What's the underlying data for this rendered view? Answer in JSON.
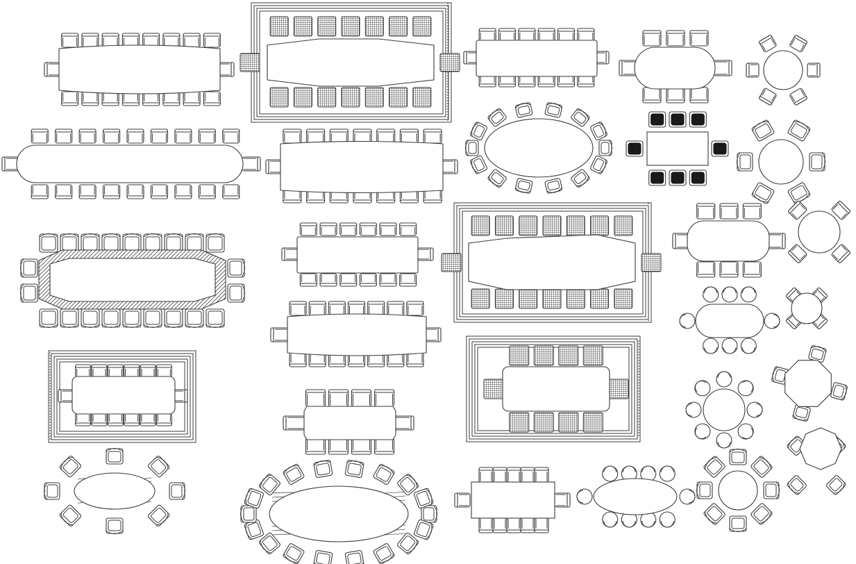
{
  "drawing": {
    "colors": {
      "line": "#3a3a3a",
      "background": "#ffffff",
      "solid_seat": "#1b1b1b"
    },
    "tables": [
      {
        "id": "t01",
        "shape": "rectangle",
        "seats": 18
      },
      {
        "id": "t02",
        "shape": "octagonal-rug",
        "seats": 14
      },
      {
        "id": "t03",
        "shape": "rectangle",
        "seats": 14
      },
      {
        "id": "t04",
        "shape": "rounded-rectangle",
        "seats": 8
      },
      {
        "id": "t05",
        "shape": "round",
        "seats": 6
      },
      {
        "id": "t06",
        "shape": "racetrack",
        "seats": 22
      },
      {
        "id": "t07",
        "shape": "rectangle",
        "seats": 16
      },
      {
        "id": "t08",
        "shape": "ellipse",
        "seats": 14
      },
      {
        "id": "t09",
        "shape": "rectangle",
        "seats": 8
      },
      {
        "id": "t10",
        "shape": "round",
        "seats": 6
      },
      {
        "id": "t11",
        "shape": "hatched-octagon",
        "seats": 22
      },
      {
        "id": "t12",
        "shape": "rectangle",
        "seats": 12
      },
      {
        "id": "t13",
        "shape": "octagonal-rug",
        "seats": 14
      },
      {
        "id": "t14",
        "shape": "rounded-rectangle",
        "seats": 8
      },
      {
        "id": "t15",
        "shape": "round",
        "seats": 4
      },
      {
        "id": "t16",
        "shape": "rectangle",
        "seats": 14
      },
      {
        "id": "t17",
        "shape": "racetrack",
        "seats": 8
      },
      {
        "id": "t18",
        "shape": "round",
        "seats": 4
      },
      {
        "id": "t19",
        "shape": "rug-rectangle",
        "seats": 12
      },
      {
        "id": "t20",
        "shape": "bevelled-rectangle",
        "seats": 10
      },
      {
        "id": "t21",
        "shape": "rug-rectangle",
        "seats": 12
      },
      {
        "id": "t22",
        "shape": "round",
        "seats": 8
      },
      {
        "id": "t23",
        "shape": "umbrella",
        "seats": 4
      },
      {
        "id": "t24",
        "shape": "wood-ellipse",
        "seats": 8
      },
      {
        "id": "t25",
        "shape": "wood-ellipse",
        "seats": 18
      },
      {
        "id": "t26",
        "shape": "wood-rectangle",
        "seats": 10
      },
      {
        "id": "t27",
        "shape": "ellipse",
        "seats": 10
      },
      {
        "id": "t28",
        "shape": "round",
        "seats": 8
      },
      {
        "id": "t29",
        "shape": "umbrella",
        "seats": 4
      }
    ]
  }
}
